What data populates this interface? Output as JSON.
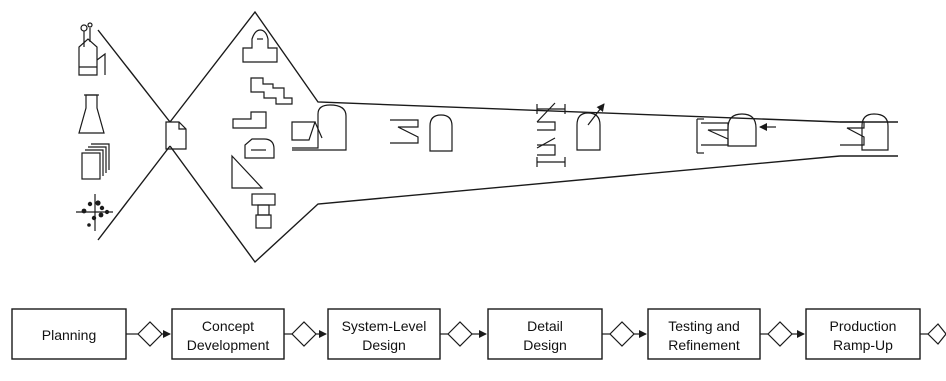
{
  "process": {
    "stages": [
      {
        "line1": "",
        "line2": "Planning"
      },
      {
        "line1": "Concept",
        "line2": "Development"
      },
      {
        "line1": "System-Level",
        "line2": "Design"
      },
      {
        "line1": "Detail",
        "line2": "Design"
      },
      {
        "line1": "Testing and",
        "line2": "Refinement"
      },
      {
        "line1": "Production",
        "line2": "Ramp-Up"
      }
    ]
  },
  "colors": {
    "line": "#1a1a1a",
    "background": "#ffffff"
  },
  "icons": {
    "inputs": [
      "factory-icon",
      "flask-icon",
      "documents-icon",
      "scatter-icon"
    ],
    "center": "document-icon",
    "concepts": [
      "arch-concept-icon",
      "stepped-block-icon",
      "notched-block-icon",
      "wedge-icon",
      "spool-icon"
    ],
    "stages": [
      "clamp-part-concept-icon",
      "clamp-part-system-icon",
      "clamp-part-detail-icon",
      "clamp-part-testing-icon",
      "clamp-part-production-icon"
    ]
  }
}
